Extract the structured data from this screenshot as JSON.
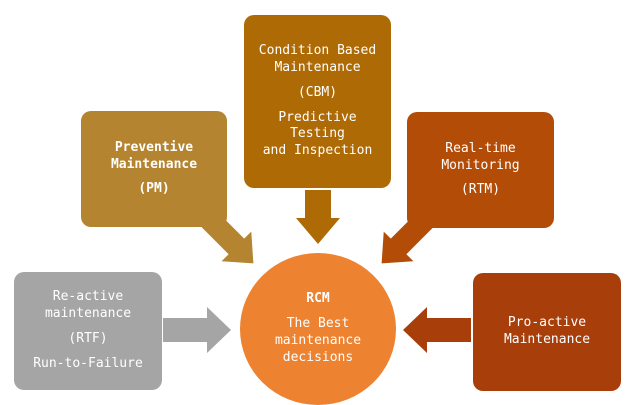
{
  "colors": {
    "cbm": "#ae6a05",
    "pm": "#b48431",
    "rtm": "#b34c07",
    "rtf": "#a5a5a5",
    "proactive": "#a83e0a",
    "rcm": "#ed8231",
    "text": "#ffffff"
  },
  "cbm": {
    "line1": "Condition Based",
    "line2": "Maintenance",
    "abbr": "(CBM)",
    "sub1": "Predictive Testing",
    "sub2": "and Inspection"
  },
  "pm": {
    "line1": "Preventive",
    "line2": "Maintenance",
    "abbr": "(PM)"
  },
  "rtm": {
    "line1": "Real-time",
    "line2": "Monitoring",
    "abbr": "(RTM)"
  },
  "rtf": {
    "line1": "Re-active",
    "line2": "maintenance",
    "abbr": "(RTF)",
    "sub": "Run-to-Failure"
  },
  "proactive": {
    "line1": "Pro-active",
    "line2": "Maintenance"
  },
  "rcm": {
    "title": "RCM",
    "line1": "The Best",
    "line2": "maintenance",
    "line3": "decisions"
  }
}
